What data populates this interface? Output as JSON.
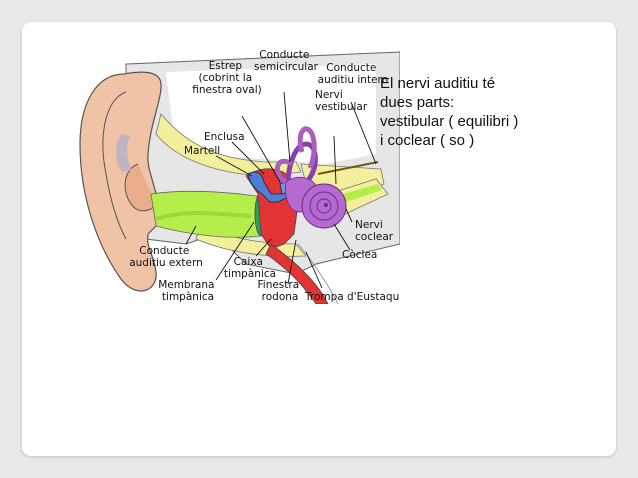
{
  "diagram": {
    "labels": {
      "conducte_semicircular": [
        "Conducte",
        "semicircular"
      ],
      "estrep": [
        "Estrep",
        "(cobrint la",
        "finestra oval)"
      ],
      "conducte_auditiu_intern": [
        "Conducte",
        "auditiu intern"
      ],
      "nervi_vestibular": [
        "Nervi",
        "vestibular"
      ],
      "enclusa": [
        "Enclusa"
      ],
      "martell": [
        "Martell"
      ],
      "nervi_coclear": [
        "Nervi",
        "coclear"
      ],
      "coclea": [
        "Còclea"
      ],
      "conducte_auditiu_extern": [
        "Conducte",
        "auditiu extern"
      ],
      "caixa_timpanica": [
        "Caixa",
        "timpànica"
      ],
      "membrana_timpanica": [
        "Membrana",
        "timpànica"
      ],
      "finestra_rodona": [
        "Finestra",
        "rodona"
      ],
      "trompa_eustaqui": [
        "Trompa d'Eustaqui"
      ]
    }
  },
  "text": {
    "lines": [
      "El nervi auditiu té",
      "dues parts:",
      "vestibular ( equilibri )",
      "i coclear ( so )"
    ]
  },
  "colors": {
    "background": "#e9e9e9",
    "slide": "#ffffff",
    "skin": "#f0c2a6",
    "bone": "#e6e6e6",
    "canal": "#b5ee4a",
    "middle_ear": "#e23434",
    "labyrinth": "#a95fc0",
    "nerve_band": "#f4ef9c"
  }
}
